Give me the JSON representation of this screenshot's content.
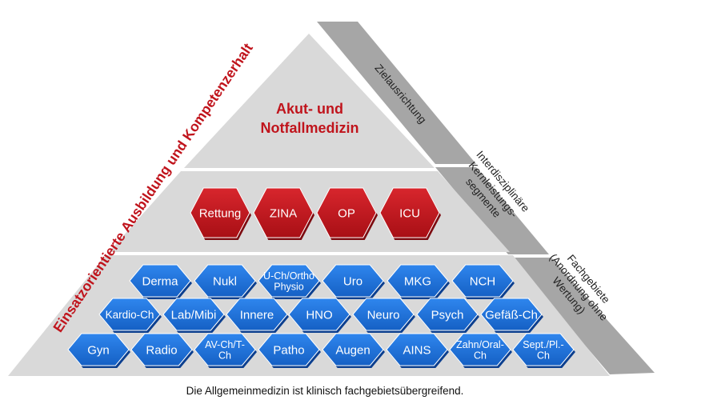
{
  "side_title": "Einsatzorientierte Ausbildung und Kompetenzerhalt",
  "tiers": {
    "top": {
      "line1": "Akut- und",
      "line2": "Notfallmedizin"
    },
    "middle": [
      "Rettung",
      "ZINA",
      "OP",
      "ICU"
    ],
    "bottom_rows": [
      [
        "Derma",
        "Nukl",
        "U-Ch/Ortho|Physio",
        "Uro",
        "MKG",
        "NCH"
      ],
      [
        "Kardio-Ch",
        "Lab/Mibi",
        "Innere",
        "HNO",
        "Neuro",
        "Psych",
        "Gefäß-Ch"
      ],
      [
        "Gyn",
        "Radio",
        "AV-Ch/T-|Ch",
        "Patho",
        "Augen",
        "AINS",
        "Zahn/Oral-|Ch",
        "Sept./Pl.-|Ch"
      ]
    ]
  },
  "band_labels": {
    "top": [
      "Zielausrichtung"
    ],
    "middle": [
      "Interdisziplinäre",
      "Kernleistungs-",
      "segmente"
    ],
    "bottom": [
      "Fachgebiete",
      "(Anordnung ohne",
      "Wertung)"
    ]
  },
  "footer": "Die Allgemeinmedizin ist klinisch fachgebietsübergreifend.",
  "colors": {
    "title_red": "#c0141c",
    "hex_red": "#c4161c",
    "hex_red_dark": "#8e0d12",
    "hex_blue": "#1e6fd9",
    "hex_blue_dark": "#0f4aa3",
    "pyramid_grey": "#d9d9d9",
    "band_grey": "#a6a6a6"
  }
}
